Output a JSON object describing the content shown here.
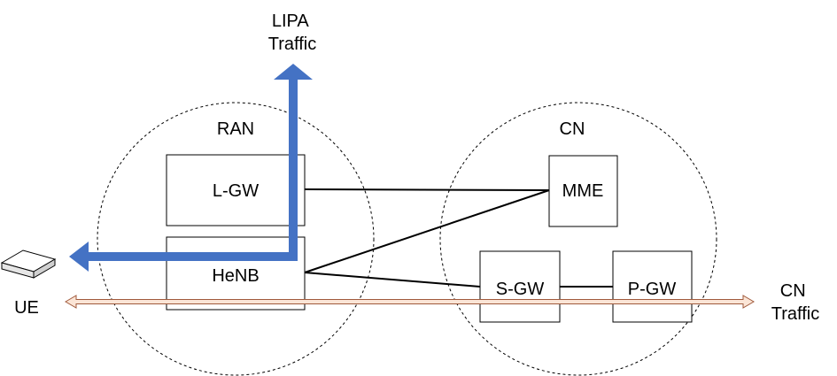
{
  "regions": {
    "ran": "RAN",
    "cn": "CN"
  },
  "nodes": {
    "lgw": "L-GW",
    "henb": "HeNB",
    "mme": "MME",
    "sgw": "S-GW",
    "pgw": "P-GW",
    "ue": "UE"
  },
  "traffic": {
    "lipa": [
      "LIPA",
      "Traffic"
    ],
    "cn": [
      "CN",
      "Traffic"
    ]
  },
  "colors": {
    "lipa_arrow": "#4472C4",
    "cn_arrow_fill": "#FBE5D6",
    "cn_arrow_stroke": "#A05A3C"
  }
}
